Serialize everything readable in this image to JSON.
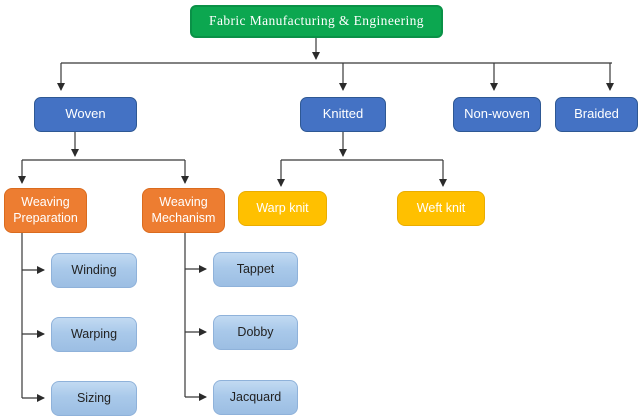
{
  "diagram": {
    "type": "flowchart",
    "title": "Fabric Manufacturing & Engineering"
  },
  "nodes": {
    "root": {
      "label": "Fabric Manufacturing & Engineering",
      "color": "#0CA750",
      "text_color": "#FFFFFF"
    },
    "woven": {
      "label": "Woven",
      "color": "#4472C4",
      "text_color": "#FFFFFF"
    },
    "knitted": {
      "label": "Knitted",
      "color": "#4472C4",
      "text_color": "#FFFFFF"
    },
    "non_woven": {
      "label": "Non-woven",
      "color": "#4472C4",
      "text_color": "#FFFFFF"
    },
    "braided": {
      "label": "Braided",
      "color": "#4472C4",
      "text_color": "#FFFFFF"
    },
    "weaving_preparation": {
      "label": "Weaving Preparation",
      "color": "#ED7D31",
      "text_color": "#FFFFFF"
    },
    "weaving_mechanism": {
      "label": "Weaving Mechanism",
      "color": "#ED7D31",
      "text_color": "#FFFFFF"
    },
    "warp_knit": {
      "label": "Warp knit",
      "color": "#FFC000",
      "text_color": "#FFFFFF"
    },
    "weft_knit": {
      "label": "Weft knit",
      "color": "#FFC000",
      "text_color": "#FFFFFF"
    },
    "winding": {
      "label": "Winding",
      "color": "#A9C9EA",
      "text_color": "#222222"
    },
    "warping": {
      "label": "Warping",
      "color": "#A9C9EA",
      "text_color": "#222222"
    },
    "sizing": {
      "label": "Sizing",
      "color": "#A9C9EA",
      "text_color": "#222222"
    },
    "tappet": {
      "label": "Tappet",
      "color": "#A9C9EA",
      "text_color": "#222222"
    },
    "dobby": {
      "label": "Dobby",
      "color": "#A9C9EA",
      "text_color": "#222222"
    },
    "jacquard": {
      "label": "Jacquard",
      "color": "#A9C9EA",
      "text_color": "#222222"
    }
  },
  "edges": [
    [
      "Fabric Manufacturing & Engineering",
      "Woven"
    ],
    [
      "Fabric Manufacturing & Engineering",
      "Knitted"
    ],
    [
      "Fabric Manufacturing & Engineering",
      "Non-woven"
    ],
    [
      "Fabric Manufacturing & Engineering",
      "Braided"
    ],
    [
      "Woven",
      "Weaving Preparation"
    ],
    [
      "Woven",
      "Weaving Mechanism"
    ],
    [
      "Knitted",
      "Warp knit"
    ],
    [
      "Knitted",
      "Weft knit"
    ],
    [
      "Weaving Preparation",
      "Winding"
    ],
    [
      "Weaving Preparation",
      "Warping"
    ],
    [
      "Weaving Preparation",
      "Sizing"
    ],
    [
      "Weaving Mechanism",
      "Tappet"
    ],
    [
      "Weaving Mechanism",
      "Dobby"
    ],
    [
      "Weaving Mechanism",
      "Jacquard"
    ]
  ],
  "colors": {
    "root_green": "#0CA750",
    "level2_blue": "#4472C4",
    "level3_orange": "#ED7D31",
    "level3_gold": "#FFC000",
    "leaf_light_blue": "#A9C9EA",
    "connector": "#383838",
    "background": "#FFFFFF"
  }
}
